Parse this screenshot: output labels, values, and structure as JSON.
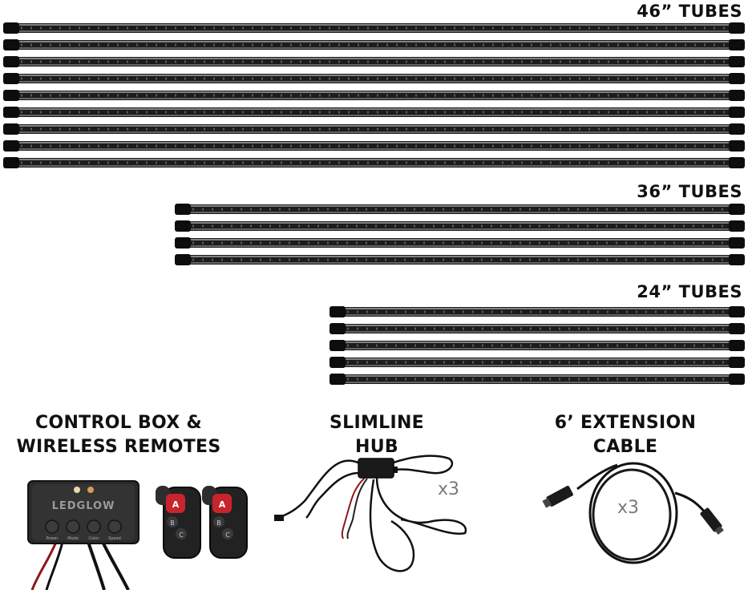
{
  "groups": [
    {
      "label": "46” TUBES",
      "tubes": 9
    },
    {
      "label": "36” TUBES",
      "tubes": 4
    },
    {
      "label": "24” TUBES",
      "tubes": 5
    }
  ],
  "components": {
    "control_box": {
      "line1": "CONTROL BOX &",
      "line2": "WIRELESS REMOTES",
      "brand": "LEDGLOW",
      "buttons": [
        "Power",
        "Mode",
        "Color",
        "Speed"
      ],
      "remote_keys": [
        "A",
        "B",
        "C"
      ]
    },
    "hub": {
      "line1": "SLIMLINE",
      "line2": "HUB",
      "quantity": "x3"
    },
    "cable": {
      "line1": "6’ EXTENSION",
      "line2": "CABLE",
      "quantity": "x3"
    }
  },
  "colors": {
    "tube_body": "#1c1c1c",
    "tube_cap": "#0d0d0d",
    "led": "#5a5a5a",
    "remote_button": "#c8242b"
  }
}
